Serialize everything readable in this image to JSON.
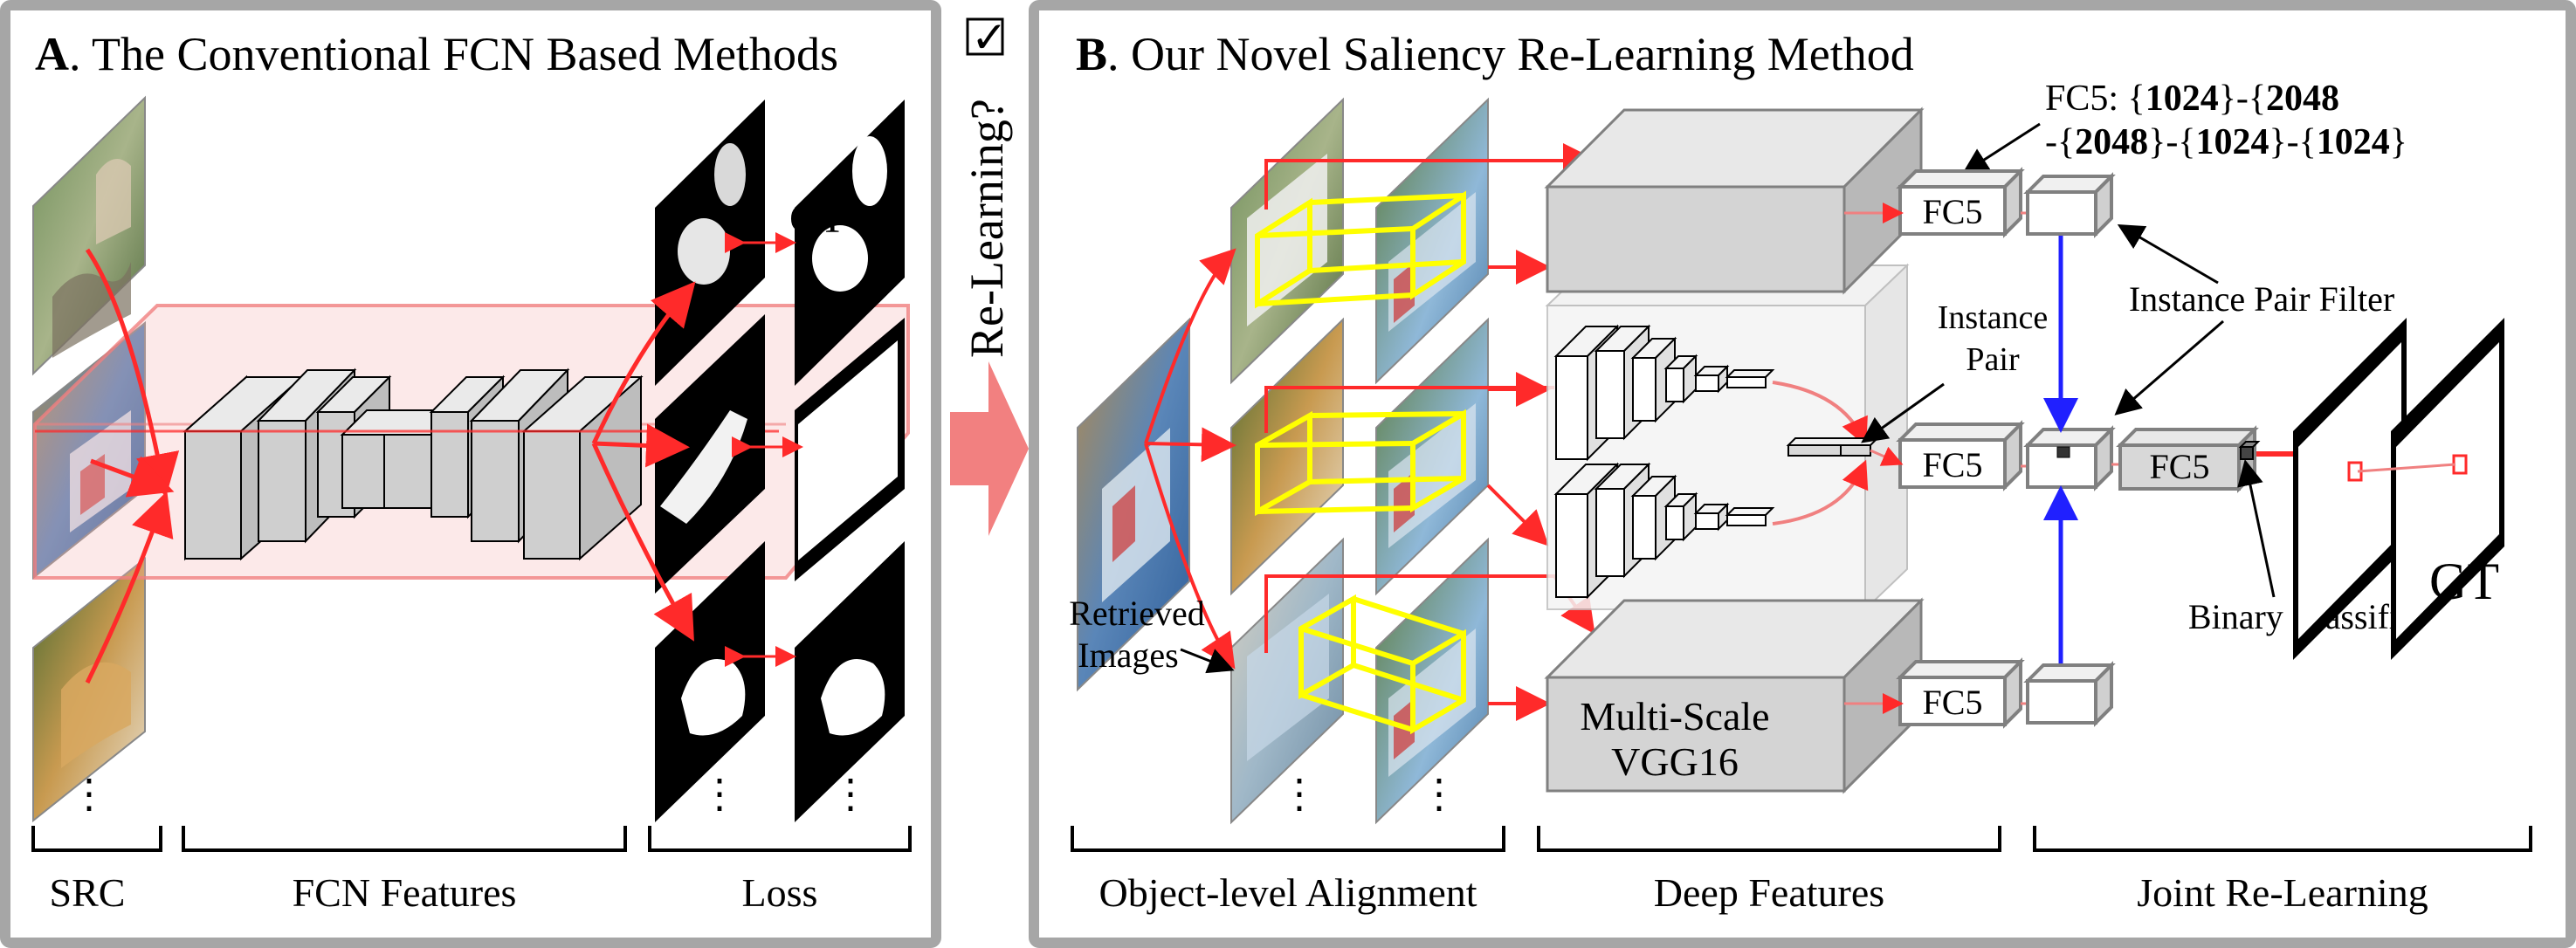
{
  "panel_a": {
    "title_letter": "A",
    "title_rest": ". The Conventional FCN Based Methods",
    "gt_label": "GT",
    "dots": "⋮",
    "sections": [
      "SRC",
      "FCN Features",
      "Loss"
    ]
  },
  "middle": {
    "question": "Re-Learning?",
    "checkmark": "✓"
  },
  "panel_b": {
    "title_letter": "B",
    "title_rest": ". Our Novel Saliency Re-Learning Method",
    "fc5_spec_line1_prefix": "FC5: {",
    "fc5_spec_line1_a": "1024",
    "fc5_spec_line1_mid": "}-{",
    "fc5_spec_line1_b": "2048",
    "fc5_spec_line2_prefix": "-{",
    "fc5_spec_line2_a": "2048",
    "fc5_spec_line2_mid1": "}-{",
    "fc5_spec_line2_b": "1024",
    "fc5_spec_line2_mid2": "}-{",
    "fc5_spec_line2_c": "1024",
    "fc5_spec_line2_end": "}",
    "fc5_label": "FC5",
    "instance_pair_line1": "Instance",
    "instance_pair_line2": "Pair",
    "instance_pair_filter": "Instance Pair Filter",
    "binary_classifier": "Binary Classifier",
    "retrieved_line1": "Retrieved",
    "retrieved_line2": "Images",
    "vgg_line1": "Multi-Scale",
    "vgg_line2": "VGG16",
    "gt_label": "GT",
    "dots": "⋮",
    "sections": [
      "Object-level Alignment",
      "Deep Features",
      "Joint Re-Learning"
    ]
  },
  "colors": {
    "panel_border": "#a6a6a6",
    "arrow_red": "#ff2a2a",
    "highlight_pink": "#f08080",
    "yellow_box": "#ffff00",
    "blue_line": "#2020ff",
    "gray_block": "#c8c8c8"
  }
}
